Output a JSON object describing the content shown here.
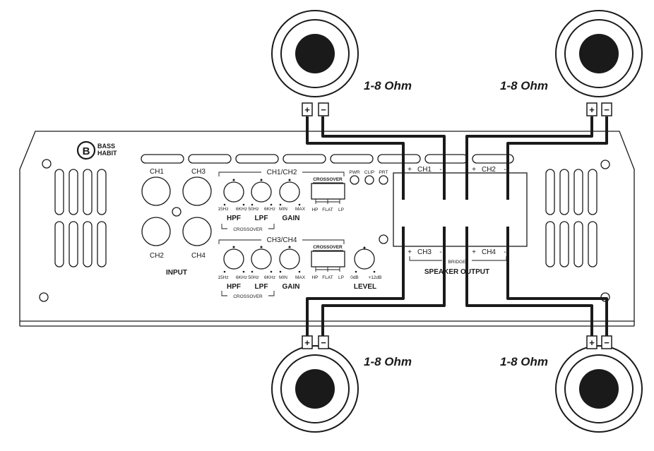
{
  "brand": {
    "line1": "BASS",
    "line2": "HABIT"
  },
  "input": {
    "ch1": "CH1",
    "ch2": "CH2",
    "ch3": "CH3",
    "ch4": "CH4",
    "label": "INPUT"
  },
  "group1": {
    "title": "CH1/CH2",
    "hpf": {
      "label": "HPF",
      "min": "15Hz",
      "max": "6KHz"
    },
    "lpf": {
      "label": "LPF",
      "min": "50Hz",
      "max": "6KHz"
    },
    "gain": {
      "label": "GAIN",
      "min": "MIN",
      "max": "MAX"
    },
    "crossover_label": "CROSSOVER",
    "switch": {
      "title": "CROSSOVER",
      "hp": "HP",
      "flat": "FLAT",
      "lp": "LP"
    }
  },
  "group2": {
    "title": "CH3/CH4",
    "hpf": {
      "label": "HPF",
      "min": "15Hz",
      "max": "6KHz"
    },
    "lpf": {
      "label": "LPF",
      "min": "50Hz",
      "max": "6KHz"
    },
    "gain": {
      "label": "GAIN",
      "min": "MIN",
      "max": "MAX"
    },
    "crossover_label": "CROSSOVER",
    "switch": {
      "title": "CROSSOVER",
      "hp": "HP",
      "flat": "FLAT",
      "lp": "LP"
    }
  },
  "level": {
    "label": "LEVEL",
    "min": "0dB",
    "max": "+12dB"
  },
  "leds": {
    "pwr": "PWR",
    "clip": "CLIP",
    "prt": "PRT"
  },
  "output": {
    "ch1": "CH1",
    "ch2": "CH2",
    "ch3": "CH3",
    "ch4": "CH4",
    "plus": "+",
    "minus": "-",
    "bridge": "BRIDGE",
    "label": "SPEAKER OUTPUT"
  },
  "speakers": [
    {
      "impedance": "1-8 Ohm"
    },
    {
      "impedance": "1-8 Ohm"
    },
    {
      "impedance": "1-8 Ohm"
    },
    {
      "impedance": "1-8 Ohm"
    }
  ],
  "terminal": {
    "plus": "+",
    "minus": "−"
  }
}
